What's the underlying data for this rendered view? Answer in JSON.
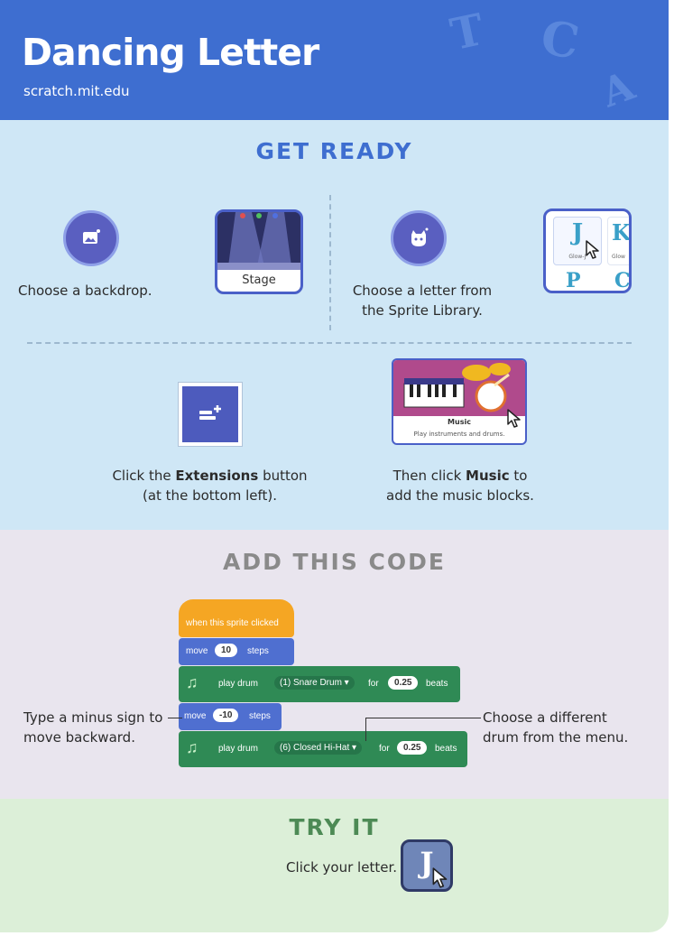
{
  "header": {
    "title": "Dancing Letter",
    "url": "scratch.mit.edu"
  },
  "get_ready": {
    "title": "GET READY",
    "step_backdrop": {
      "text": "Choose a backdrop.",
      "icon": "backdrop-icon",
      "thumb_label": "Stage"
    },
    "step_sprite": {
      "text_line1": "Choose a letter from",
      "text_line2": "the Sprite Library.",
      "icon": "sprite-icon"
    },
    "sprite_library": {
      "letters": [
        "J",
        "K",
        "P",
        "C"
      ],
      "caption_j": "Glow-J",
      "caption_k": "Glow"
    },
    "step_extensions": {
      "line1_pre": "Click the ",
      "line1_bold": "Extensions",
      "line1_post": " button",
      "line2": "(at the bottom left)."
    },
    "step_music": {
      "line1_pre": "Then click ",
      "line1_bold": "Music",
      "line1_post": " to",
      "line2": "add the music blocks.",
      "card_name": "Music",
      "card_desc": "Play instruments and drums."
    }
  },
  "add_code": {
    "title": "ADD THIS CODE",
    "blocks": {
      "hat": "when this sprite clicked",
      "move1_word": "move",
      "move1_value": "10",
      "move1_suffix": "steps",
      "drum1_prefix": "play drum",
      "drum1_choice": "(1) Snare Drum",
      "drum1_for": "for",
      "drum1_beats": "0.25",
      "drum1_suffix": "beats",
      "move2_word": "move",
      "move2_value": "-10",
      "move2_suffix": "steps",
      "drum2_prefix": "play drum",
      "drum2_choice": "(6) Closed Hi-Hat",
      "drum2_for": "for",
      "drum2_beats": "0.25",
      "drum2_suffix": "beats"
    },
    "annotation_left": {
      "line1": "Type a minus sign to",
      "line2": "move backward."
    },
    "annotation_right": {
      "line1": "Choose a different",
      "line2": "drum from the menu."
    }
  },
  "try_it": {
    "title": "TRY IT",
    "text": "Click your letter.",
    "letter": "J"
  },
  "colors": {
    "header_blue": "#3e6ed0",
    "ready_bg": "#cfe7f6",
    "code_bg": "#e9e5ee",
    "try_bg": "#dcefd8",
    "events_orange": "#f5a623",
    "motion_blue": "#4f6fd0",
    "music_green": "#2f8a55"
  }
}
